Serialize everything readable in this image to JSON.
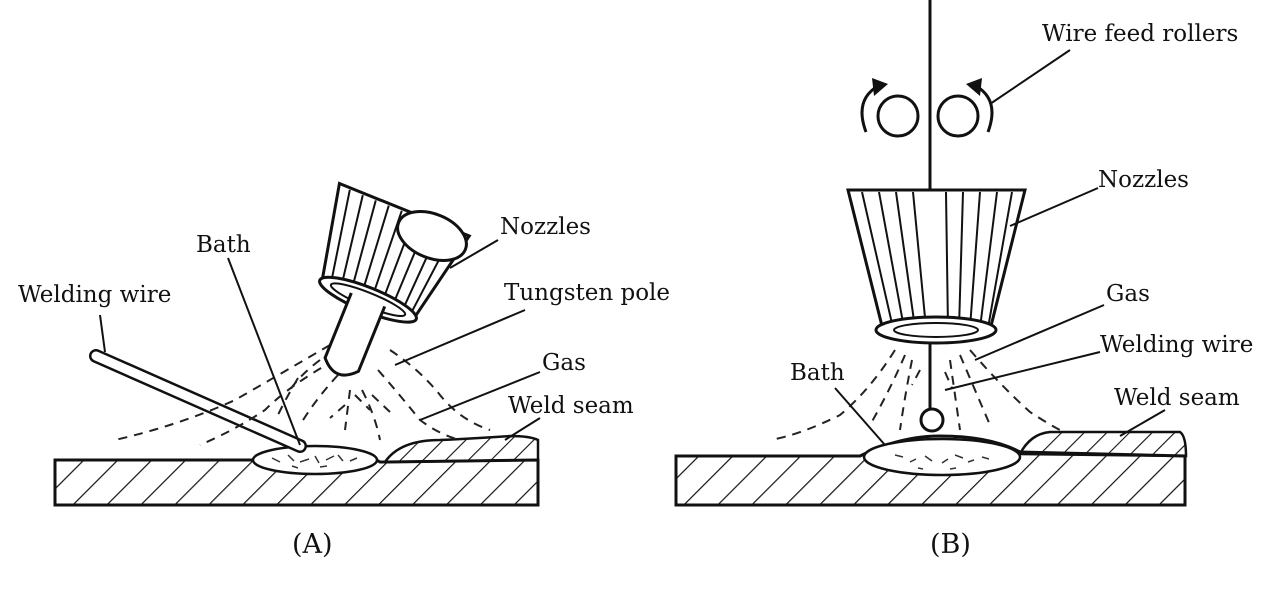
{
  "panel_a": {
    "caption": "(A)",
    "labels": {
      "bath": "Bath",
      "nozzles": "Nozzles",
      "welding_wire": "Welding wire",
      "tungsten_pole": "Tungsten pole",
      "gas": "Gas",
      "weld_seam": "Weld seam"
    }
  },
  "panel_b": {
    "caption": "(B)",
    "labels": {
      "wire_feed_rollers": "Wire feed rollers",
      "nozzles": "Nozzles",
      "gas": "Gas",
      "welding_wire": "Welding wire",
      "bath": "Bath",
      "weld_seam": "Weld seam"
    }
  }
}
